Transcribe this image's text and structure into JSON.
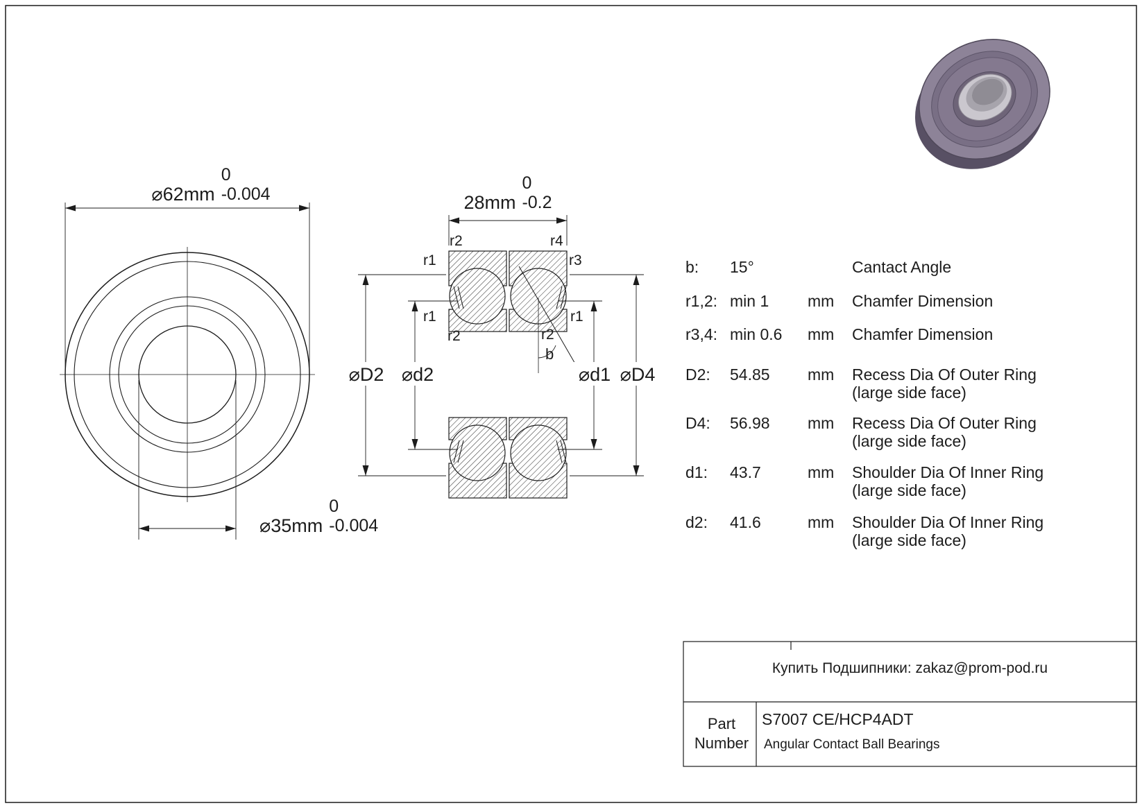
{
  "front_view": {
    "dim_outer": {
      "label": "⌀62mm",
      "tol_top": "0",
      "tol_bottom": "-0.004"
    },
    "dim_bore": {
      "label": "⌀35mm",
      "tol_top": "0",
      "tol_bottom": "-0.004"
    }
  },
  "section_view": {
    "dim_width": {
      "label": "28mm",
      "tol_top": "0",
      "tol_bottom": "-0.2"
    },
    "labels": {
      "r1": "r1",
      "r2": "r2",
      "r3": "r3",
      "r4": "r4",
      "b": "b",
      "dia_D2": "⌀D2",
      "dia_d2": "⌀d2",
      "dia_d1": "⌀d1",
      "dia_D4": "⌀D4"
    }
  },
  "spec_table": {
    "rows": [
      {
        "key": "b:",
        "value": "15°",
        "unit": "",
        "desc1": "Cantact Angle",
        "desc2": ""
      },
      {
        "key": "r1,2:",
        "value": "min 1",
        "unit": "mm",
        "desc1": "Chamfer Dimension",
        "desc2": ""
      },
      {
        "key": "r3,4:",
        "value": "min 0.6",
        "unit": "mm",
        "desc1": "Chamfer Dimension",
        "desc2": ""
      },
      {
        "key": "D2:",
        "value": "54.85",
        "unit": "mm",
        "desc1": "Recess Dia Of Outer Ring",
        "desc2": "(large side face)"
      },
      {
        "key": "D4:",
        "value": "56.98",
        "unit": "mm",
        "desc1": "Recess Dia Of Outer Ring",
        "desc2": "(large side face)"
      },
      {
        "key": "d1:",
        "value": "43.7",
        "unit": "mm",
        "desc1": "Shoulder Dia Of Inner Ring",
        "desc2": "(large side face)"
      },
      {
        "key": "d2:",
        "value": "41.6",
        "unit": "mm",
        "desc1": "Shoulder Dia Of Inner Ring",
        "desc2": "(large side face)"
      }
    ]
  },
  "footer": {
    "contact": "Купить Подшипники: zakaz@prom-pod.ru",
    "part_label": "Part Number",
    "part_number": "S7007 CE/HCP4ADT",
    "part_type": "Angular Contact Ball Bearings"
  },
  "colors": {
    "line": "#1c1c1c",
    "render_body": "#8d8398",
    "render_shadow": "#585064",
    "render_bore": "#cac7ce"
  }
}
